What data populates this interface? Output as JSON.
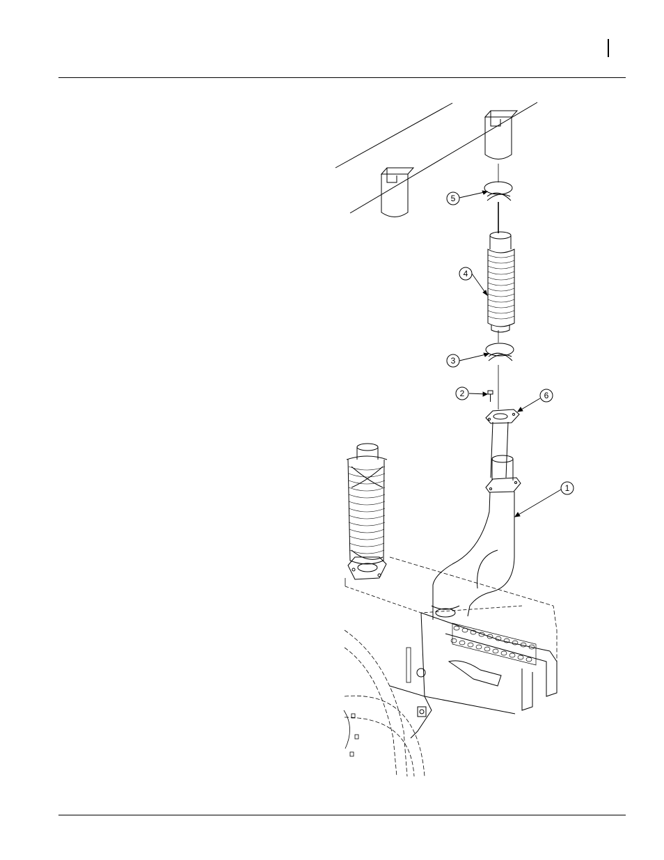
{
  "figure": {
    "callouts": [
      {
        "id": "callout-1",
        "label": "1"
      },
      {
        "id": "callout-2",
        "label": "2"
      },
      {
        "id": "callout-3",
        "label": "3"
      },
      {
        "id": "callout-4",
        "label": "4"
      },
      {
        "id": "callout-5",
        "label": "5"
      },
      {
        "id": "callout-6",
        "label": "6"
      }
    ]
  }
}
